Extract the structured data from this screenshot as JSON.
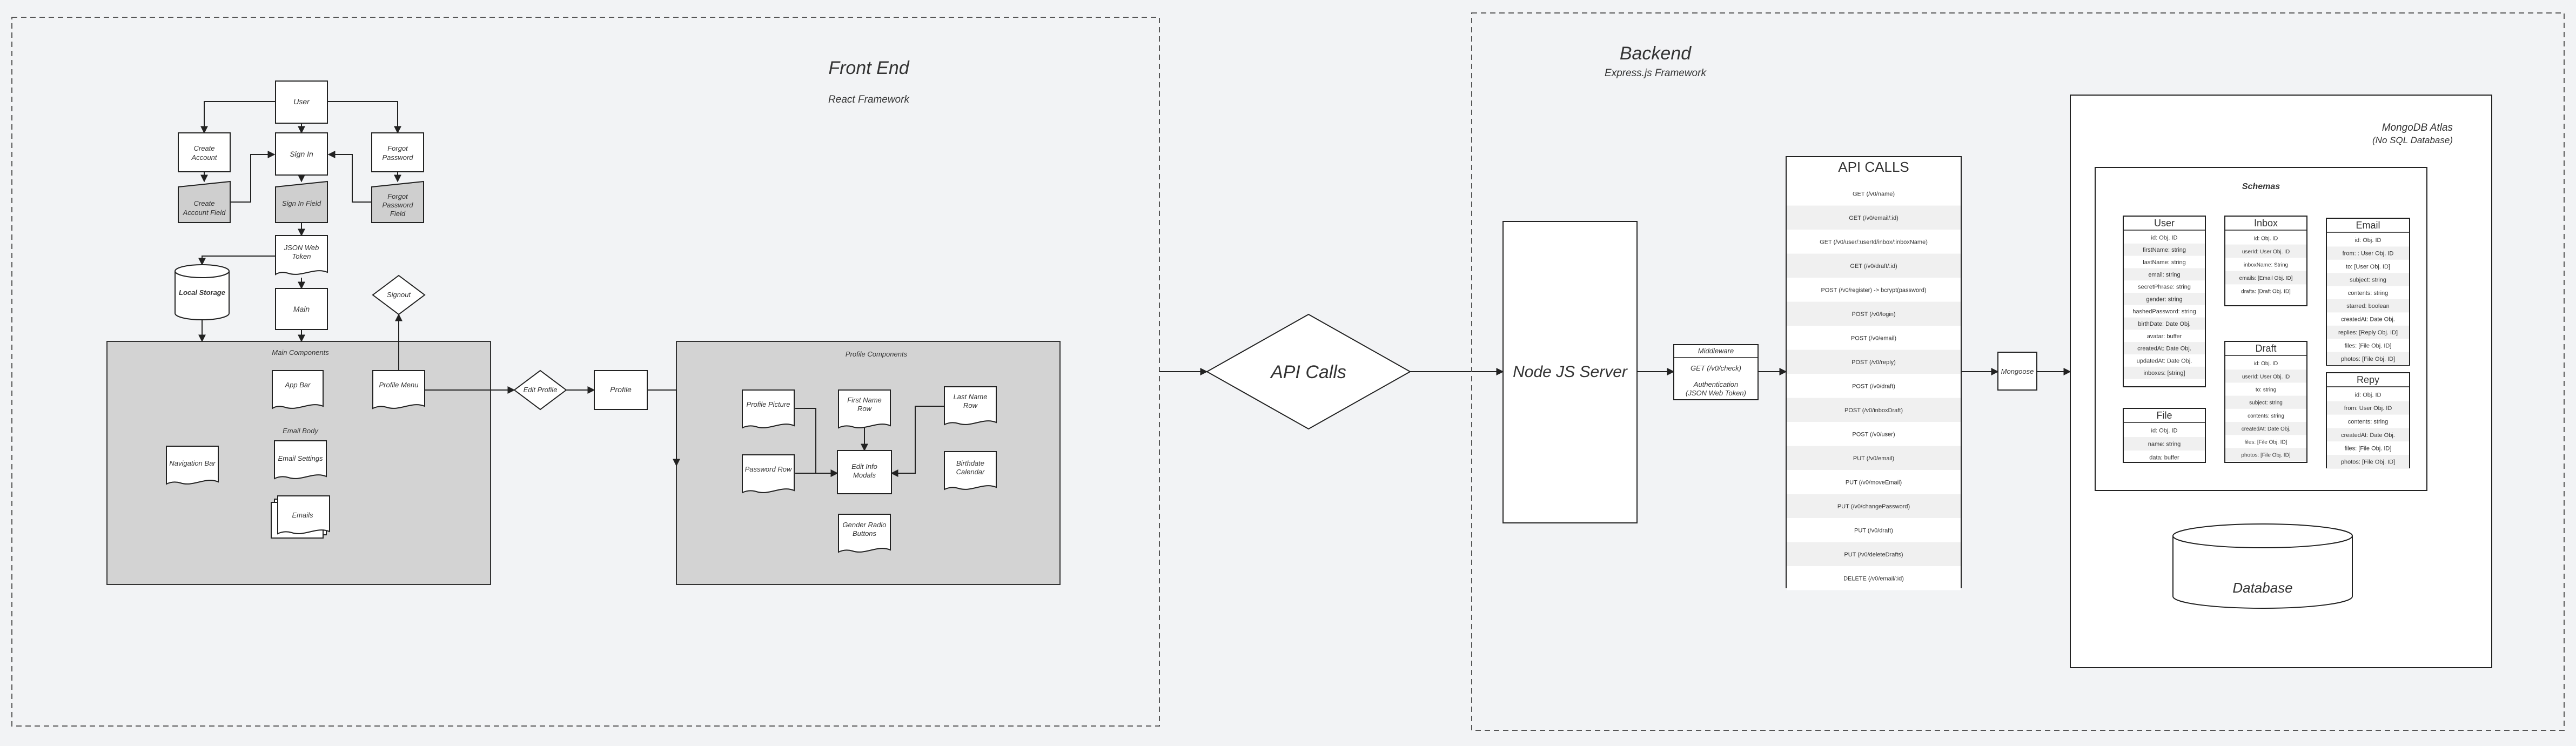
{
  "frontend": {
    "title": "Front End",
    "subtitle": "React Framework",
    "nodes": {
      "user": "User",
      "create_account": [
        "Create",
        "Account"
      ],
      "sign_in": "Sign In",
      "forgot_password": [
        "Forgot",
        "Password"
      ],
      "create_account_field": [
        "Create",
        "Account Field"
      ],
      "sign_in_field": "Sign In Field",
      "forgot_password_field": [
        "Forgot",
        "Password",
        "Field"
      ],
      "json_web_token": [
        "JSON Web",
        "Token"
      ],
      "local_storage": "Local Storage",
      "main": "Main",
      "signout": "Signout",
      "edit_profile": "Edit Profile",
      "profile": "Profile"
    },
    "main_components": {
      "title": "Main Components",
      "app_bar": "App Bar",
      "profile_menu": "Profile Menu",
      "email_body": "Email Body",
      "navigation_bar": "Navigation Bar",
      "email_settings": "Email Settings",
      "emails": "Emails"
    },
    "profile_components": {
      "title": "Profile Components",
      "profile_picture": "Profile Picture",
      "first_name_row": [
        "First Name",
        "Row"
      ],
      "last_name_row": [
        "Last Name",
        "Row"
      ],
      "password_row": "Password Row",
      "edit_info_modals": [
        "Edit Info",
        "Modals"
      ],
      "birthdate_calendar": [
        "Birthdate",
        "Calendar"
      ],
      "gender_radio_buttons": [
        "Gender Radio",
        "Buttons"
      ]
    }
  },
  "center": {
    "api_calls": "API Calls"
  },
  "backend": {
    "title": "Backend",
    "subtitle": "Express.js Framework",
    "node_server": "Node JS Server",
    "middleware": {
      "title": "Middleware",
      "get_line": "GET (/v0/check)",
      "auth_line1": "Authentication",
      "auth_line2": "(JSON Web Token)"
    },
    "api_calls_title": "API CALLS",
    "api_calls": [
      "GET (/v0/name)",
      "GET (/v0/email/:id)",
      "GET (/v0/user/:userId/inbox/:inboxName)",
      "GET (/v0/draft/:id)",
      "POST (/v0/register) -> bcrypt(password)",
      "POST (/v0/login)",
      "POST (/v0/email)",
      "POST (/v0/reply)",
      "POST (/v0/draft)",
      "POST (/v0/inboxDraft)",
      "POST (/v0/user)",
      "PUT (/v0/email)",
      "PUT (/v0/moveEmail)",
      "PUT (/v0/changePassword)",
      "PUT (/v0/draft)",
      "PUT (/v0/deleteDrafts)",
      "DELETE (/v0/email/:id)"
    ],
    "mongoose": "Mongoose",
    "mongodb_title": "MongoDB Atlas",
    "mongodb_subtitle": "(No SQL Database)",
    "schemas_title": "Schemas",
    "database": "Database",
    "schemas": {
      "user": {
        "name": "User",
        "fields": [
          "id: Obj. ID",
          "firstName: string",
          "lastName: string",
          "email: string",
          "secretPhrase: string",
          "gender: string",
          "hashedPassword: string",
          "birthDate: Date Obj.",
          "avatar: buffer",
          "createdAt: Date Obj.",
          "updatedAt: Date Obj.",
          "inboxes: [string]"
        ]
      },
      "inbox": {
        "name": "Inbox",
        "fields": [
          "id: Obj. ID",
          "userId: User Obj. ID",
          "inboxName: String",
          "emails: [Email Obj. ID]",
          "drafts: [Draft Obj. ID]"
        ]
      },
      "email": {
        "name": "Email",
        "fields": [
          "id: Obj. ID",
          "from: : User Obj. ID",
          "to: [User Obj. ID]",
          "subject: string",
          "contents: string",
          "starred: boolean",
          "createdAt: Date Obj.",
          "replies: [Reply Obj. ID]",
          "files: [File Obj. ID]",
          "photos: [File Obj. ID]"
        ]
      },
      "draft": {
        "name": "Draft",
        "fields": [
          "id: Obj. ID",
          "userId: User Obj. ID",
          "to: string",
          "subject: string",
          "contents: string",
          "createdAt: Date Obj.",
          "files: [File Obj. ID]",
          "photos: [File Obj. ID]"
        ]
      },
      "file": {
        "name": "File",
        "fields": [
          "id: Obj. ID",
          "name: string",
          "data: buffer"
        ]
      },
      "reply": {
        "name": "Repy",
        "fields": [
          "id: Obj. ID",
          "from: User Obj. ID",
          "contents: string",
          "createdAt: Date Obj.",
          "files: [File Obj. ID]",
          "photos: [File Obj. ID]"
        ]
      }
    }
  }
}
